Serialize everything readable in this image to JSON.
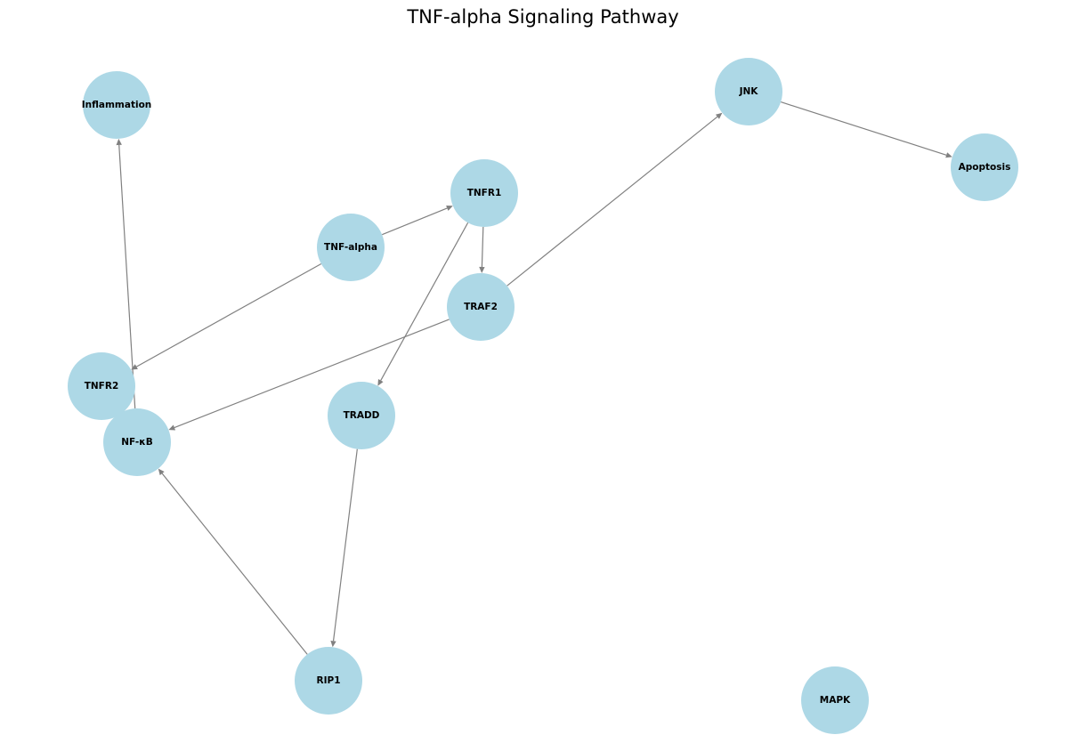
{
  "title": "TNF-alpha Signaling Pathway",
  "colors": {
    "node_fill": "#add8e6",
    "edge": "#808080",
    "label": "#000000"
  },
  "nodes": [
    {
      "id": "tnf-alpha",
      "label": "TNF-alpha"
    },
    {
      "id": "tnfr1",
      "label": "TNFR1"
    },
    {
      "id": "tnfr2",
      "label": "TNFR2"
    },
    {
      "id": "tradd",
      "label": "TRADD"
    },
    {
      "id": "traf2",
      "label": "TRAF2"
    },
    {
      "id": "rip1",
      "label": "RIP1"
    },
    {
      "id": "nf-kb",
      "label": "NF-κB"
    },
    {
      "id": "jnk",
      "label": "JNK"
    },
    {
      "id": "mapk",
      "label": "MAPK"
    },
    {
      "id": "apoptosis",
      "label": "Apoptosis"
    },
    {
      "id": "inflammation",
      "label": "Inflammation"
    }
  ],
  "edges": [
    {
      "source": "tnf-alpha",
      "target": "tnfr1"
    },
    {
      "source": "tnf-alpha",
      "target": "tnfr2"
    },
    {
      "source": "tnfr1",
      "target": "tradd"
    },
    {
      "source": "tnfr1",
      "target": "traf2"
    },
    {
      "source": "tradd",
      "target": "rip1"
    },
    {
      "source": "traf2",
      "target": "nf-kb"
    },
    {
      "source": "traf2",
      "target": "jnk"
    },
    {
      "source": "rip1",
      "target": "nf-kb"
    },
    {
      "source": "jnk",
      "target": "apoptosis"
    },
    {
      "source": "nf-kb",
      "target": "inflammation"
    }
  ]
}
